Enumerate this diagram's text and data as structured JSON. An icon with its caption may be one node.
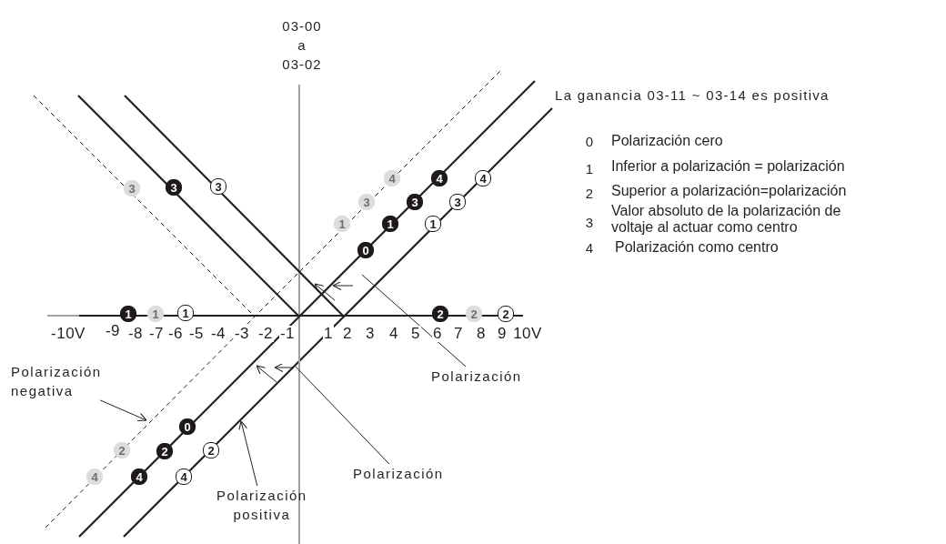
{
  "diagram": {
    "nodes": [
      {
        "text": [
          "Polarización"
        ]
      },
      {
        "text": [
          "Polarización negativa"
        ]
      },
      {
        "text": [
          "Polarización"
        ]
      },
      {
        "text": [
          "Polarización positiva"
        ]
      }
    ],
    "edges": [
      {
        "from": 0,
        "to": null,
        "arrow": "none"
      },
      {
        "from": 1,
        "to": null,
        "arrow": "to"
      },
      {
        "from": 2,
        "to": null,
        "arrow": "none"
      },
      {
        "from": 3,
        "to": null,
        "arrow": "to"
      }
    ],
    "labels": [
      "03-00 a 03-02",
      "La ganancia 03-11 ~ 03-14 es positiva",
      "0",
      "Polarización cero",
      "1",
      "Inferior a polarización = polarización",
      "2",
      "Superior a polarización=polarización",
      "3",
      "Valor absoluto de la polarización de voltaje al actuar como centro",
      "4",
      "Polarización como centro",
      "4",
      "4",
      "4",
      "3",
      "3",
      "3",
      "3",
      "3",
      "3",
      "1",
      "1",
      "1",
      "0",
      "1",
      "1",
      "1",
      "2",
      "2",
      "2",
      "-10V",
      "-9",
      "-8",
      "-7",
      "-6",
      "-5",
      "-4",
      "-3",
      "-2",
      "-1",
      "1",
      "2",
      "3",
      "4",
      "5",
      "6",
      "7",
      "8",
      "9",
      "10V",
      "0",
      "2",
      "2",
      "2",
      "4",
      "4",
      "4"
    ]
  }
}
